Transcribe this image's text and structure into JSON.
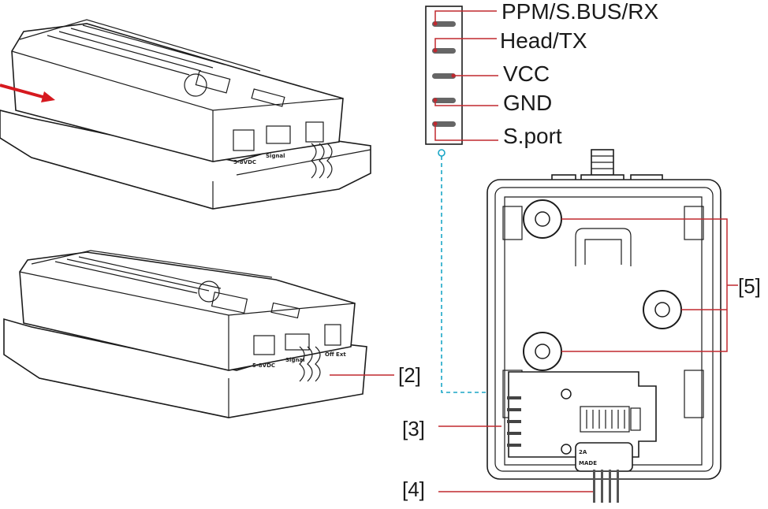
{
  "pin_labels": [
    "PPM/S.BUS/RX",
    "Head/TX",
    "VCC",
    "GND",
    "S.port"
  ],
  "callouts": {
    "c2": "[2]",
    "c3": "[3]",
    "c4": "[4]",
    "c5": "[5]"
  },
  "port_labels": {
    "dc_top": "5-8VDC",
    "signal_top": "Signal",
    "dc_bottom": "5-8VDC",
    "signal_bottom": "Signal",
    "switch_bottom": "Off Ext",
    "made": "MADE",
    "rating": "2A"
  },
  "colors": {
    "leader_red": "#c0282f",
    "arrow_red": "#d6191f",
    "dashed_cyan": "#1aa6c6",
    "outline": "#1c1c1c"
  }
}
